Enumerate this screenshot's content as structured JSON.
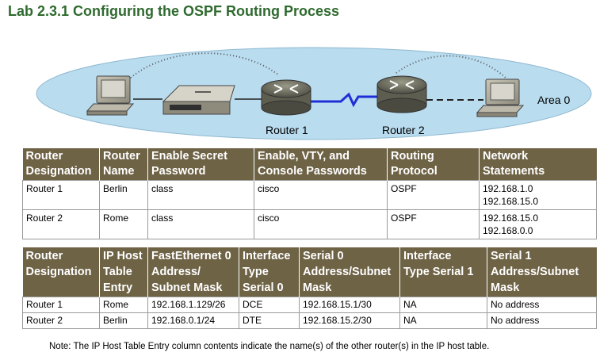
{
  "title": "Lab 2.3.1 Configuring the OSPF Routing Process",
  "diagram": {
    "router1_label": "Router 1",
    "router2_label": "Router 2",
    "area_label": "Area 0",
    "colors": {
      "area_fill": "#b9dcef",
      "router": "#6b6b5e",
      "serial_link": "#1f2fd6"
    }
  },
  "table1": {
    "headers": [
      "Router\nDesignation",
      "Router\nName",
      "Enable Secret\nPassword",
      "Enable, VTY, and\nConsole Passwords",
      "Routing\nProtocol",
      "Network\nStatements"
    ],
    "rows": [
      {
        "designation": "Router 1",
        "name": "Berlin",
        "secret": "class",
        "passwords": "cisco",
        "protocol": "OSPF",
        "networks": [
          "192.168.1.0",
          "192.168.15.0"
        ]
      },
      {
        "designation": "Router 2",
        "name": "Rome",
        "secret": "class",
        "passwords": "cisco",
        "protocol": "OSPF",
        "networks": [
          "192.168.15.0",
          "192.168.0.0"
        ]
      }
    ]
  },
  "table2": {
    "headers": [
      "Router\nDesignation",
      "IP Host\nTable\nEntry",
      "FastEthernet 0\nAddress/\nSubnet Mask",
      "Interface\nType\nSerial 0",
      "Serial 0\nAddress/Subnet\nMask",
      "Interface\nType Serial 1",
      "Serial 1\nAddress/Subnet\nMask"
    ],
    "rows": [
      {
        "designation": "Router 1",
        "host": "Rome",
        "fa0": "192.168.1.129/26",
        "s0_type": "DCE",
        "s0_addr": "192.168.15.1/30",
        "s1_type": "NA",
        "s1_addr": "No address"
      },
      {
        "designation": "Router 2",
        "host": "Berlin",
        "fa0": "192.168.0.1/24",
        "s0_type": "DTE",
        "s0_addr": "192.168.15.2/30",
        "s1_type": "NA",
        "s1_addr": "No address"
      }
    ]
  },
  "note": "Note: The IP Host Table Entry column contents indicate the name(s) of the other router(s) in the IP host table."
}
